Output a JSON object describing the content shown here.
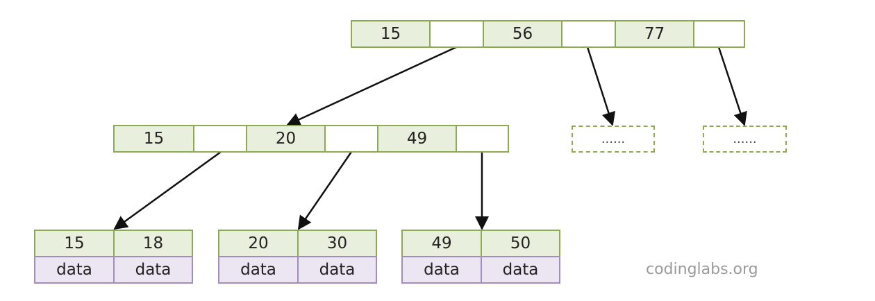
{
  "root": {
    "keys": [
      "15",
      "56",
      "77"
    ]
  },
  "internal": {
    "keys": [
      "15",
      "20",
      "49"
    ]
  },
  "placeholders": [
    "......",
    "......"
  ],
  "leaves": [
    {
      "keys": [
        "15",
        "18"
      ],
      "data": [
        "data",
        "data"
      ]
    },
    {
      "keys": [
        "20",
        "30"
      ],
      "data": [
        "data",
        "data"
      ]
    },
    {
      "keys": [
        "49",
        "50"
      ],
      "data": [
        "data",
        "data"
      ]
    }
  ],
  "watermark": "codinglabs.org",
  "colors": {
    "key_fill": "#e8efdc",
    "node_border": "#8daa52",
    "data_fill": "#ece6f3",
    "data_border": "#a18bbf",
    "arrow": "#111111"
  }
}
